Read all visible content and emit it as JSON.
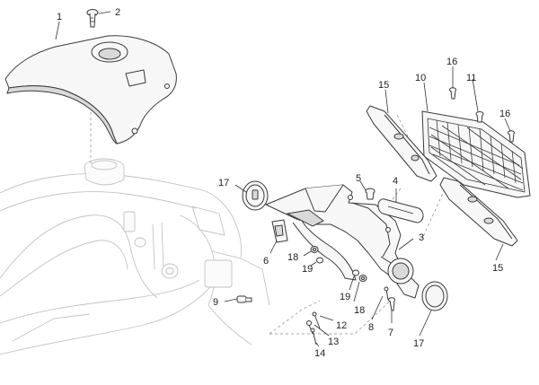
{
  "callouts": [
    {
      "id": "c1",
      "text": "1"
    },
    {
      "id": "c2",
      "text": "2"
    },
    {
      "id": "c3",
      "text": "3"
    },
    {
      "id": "c4",
      "text": "4"
    },
    {
      "id": "c5",
      "text": "5"
    },
    {
      "id": "c6",
      "text": "6"
    },
    {
      "id": "c7",
      "text": "7"
    },
    {
      "id": "c8",
      "text": "8"
    },
    {
      "id": "c9",
      "text": "9"
    },
    {
      "id": "c10",
      "text": "10"
    },
    {
      "id": "c11",
      "text": "11"
    },
    {
      "id": "c12",
      "text": "12"
    },
    {
      "id": "c13",
      "text": "13"
    },
    {
      "id": "c14",
      "text": "14"
    },
    {
      "id": "c15a",
      "text": "15"
    },
    {
      "id": "c15b",
      "text": "15"
    },
    {
      "id": "c16a",
      "text": "16"
    },
    {
      "id": "c16b",
      "text": "16"
    },
    {
      "id": "c17a",
      "text": "17"
    },
    {
      "id": "c17b",
      "text": "17"
    },
    {
      "id": "c18a",
      "text": "18"
    },
    {
      "id": "c18b",
      "text": "18"
    },
    {
      "id": "c19a",
      "text": "19"
    },
    {
      "id": "c19b",
      "text": "19"
    }
  ]
}
